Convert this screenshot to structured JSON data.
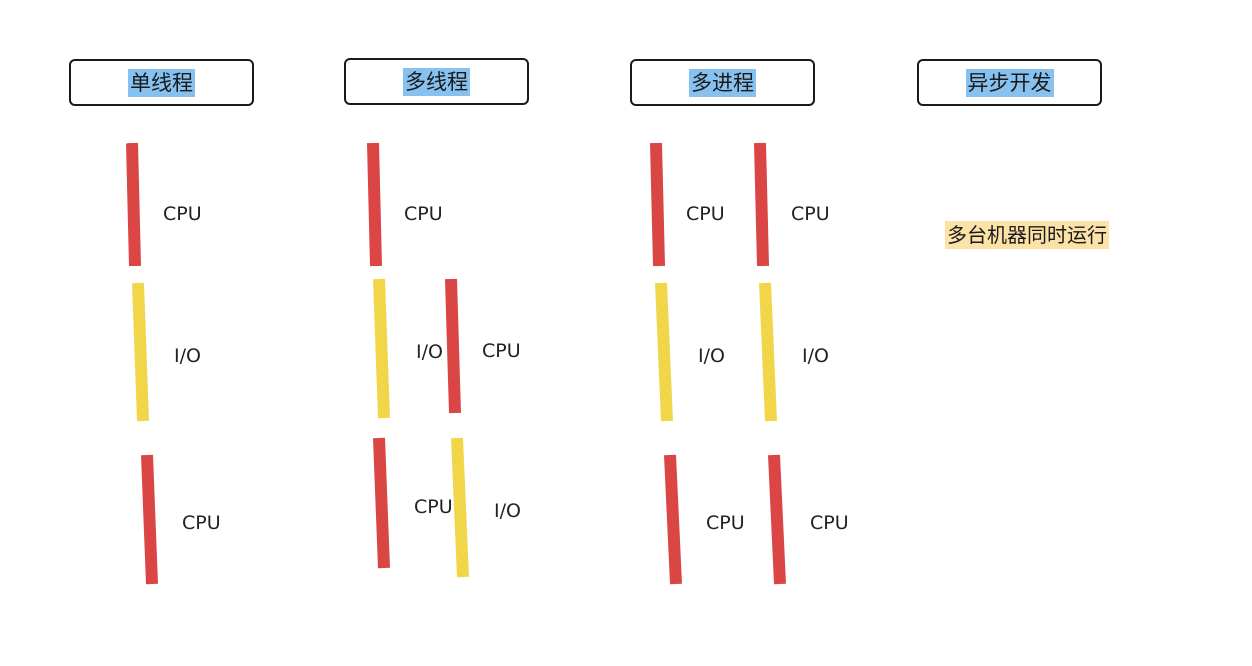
{
  "colors": {
    "cpu": "#d94643",
    "io": "#f2d64a",
    "header_highlight": "#86c1f0",
    "note_highlight": "#fde2a7"
  },
  "headers": [
    "单线程",
    "多线程",
    "多进程",
    "异步开发"
  ],
  "note": "多台机器同时运行",
  "bars": [
    {
      "kind": "cpu",
      "label": "CPU"
    },
    {
      "kind": "io",
      "label": "I/O"
    },
    {
      "kind": "cpu",
      "label": "CPU"
    },
    {
      "kind": "cpu",
      "label": "CPU"
    },
    {
      "kind": "io",
      "label": "I/O"
    },
    {
      "kind": "cpu",
      "label": "CPU"
    },
    {
      "kind": "cpu",
      "label": "CPU"
    },
    {
      "kind": "io",
      "label": "I/O"
    },
    {
      "kind": "cpu",
      "label": "CPU"
    },
    {
      "kind": "cpu",
      "label": "CPU"
    },
    {
      "kind": "io",
      "label": "I/O"
    },
    {
      "kind": "io",
      "label": "I/O"
    },
    {
      "kind": "cpu",
      "label": "CPU"
    },
    {
      "kind": "cpu",
      "label": "CPU"
    }
  ]
}
